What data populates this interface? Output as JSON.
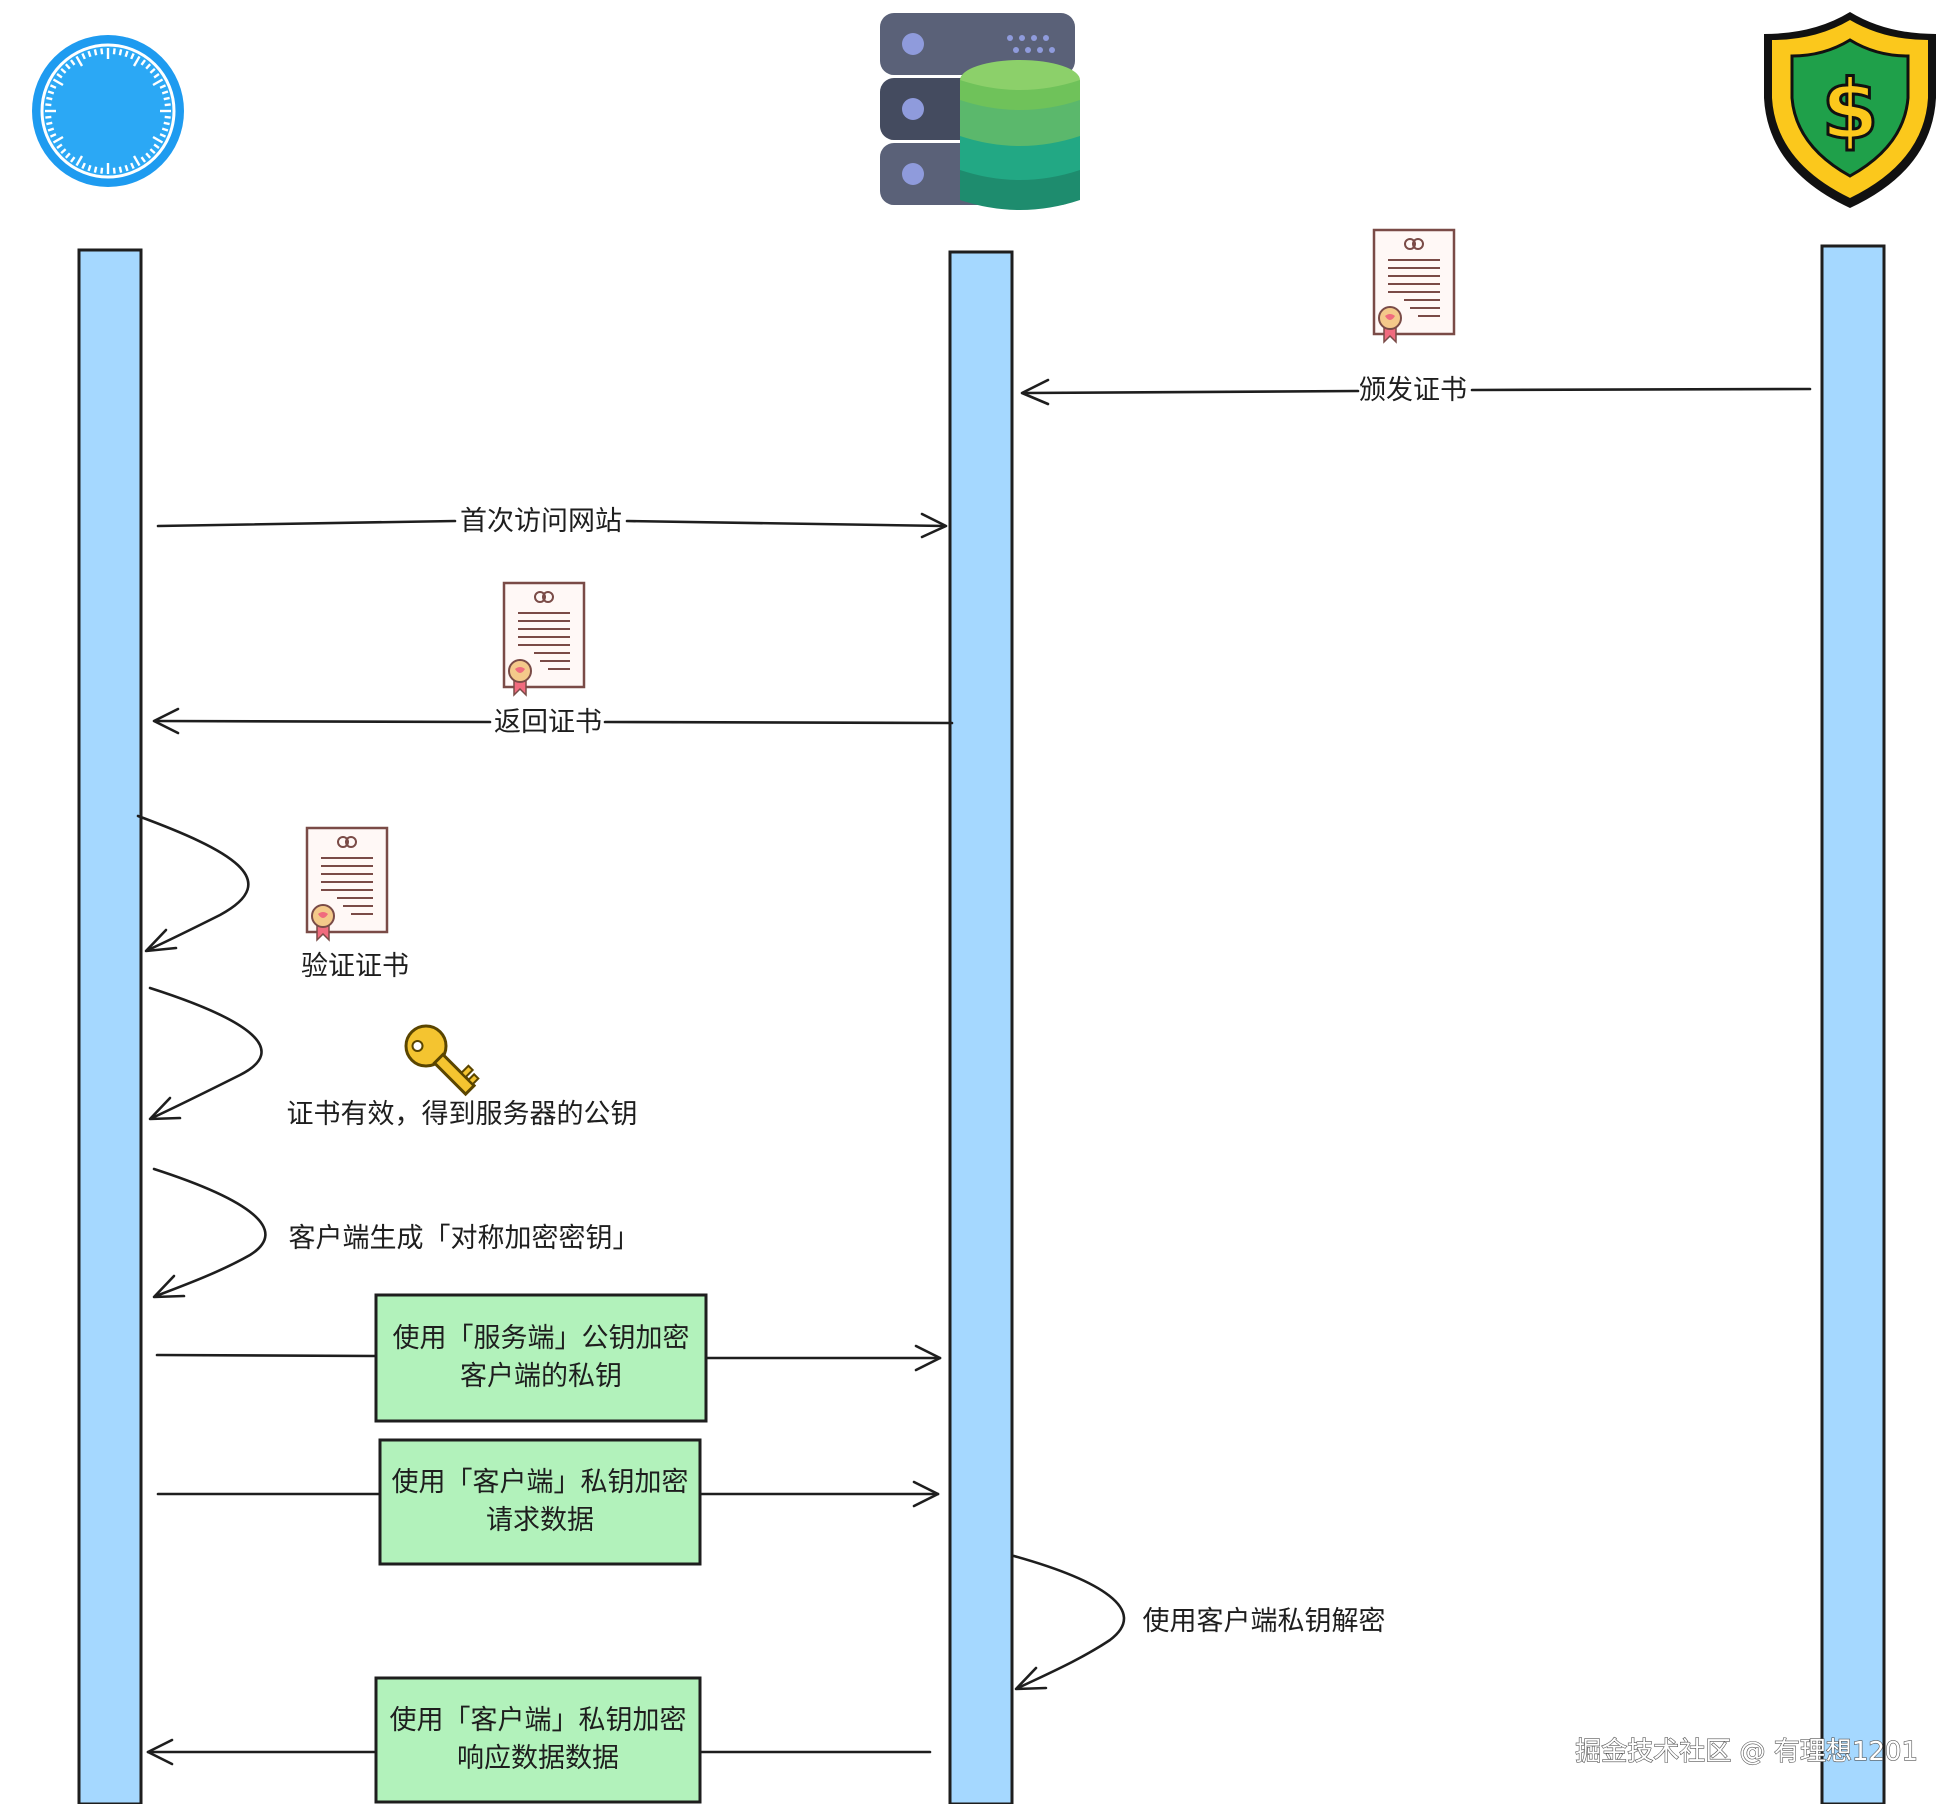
{
  "participants": {
    "client_icon": "safari-compass-icon",
    "server_icon": "server-database-icon",
    "ca_icon": "shield-dollar-icon"
  },
  "colors": {
    "lane_fill": "#a5d8ff",
    "message_box_fill": "#b2f2bb",
    "stroke": "#1e1e1e"
  },
  "messages": {
    "issue_cert": "颁发证书",
    "first_visit": "首次访问网站",
    "return_cert": "返回证书",
    "verify_cert": "验证证书",
    "cert_valid": "证书有效，得到服务器的公钥",
    "gen_sym_key": "客户端生成「对称加密密钥」",
    "encrypt_key_l1": "使用「服务端」公钥加密",
    "encrypt_key_l2": "客户端的私钥",
    "encrypt_req_l1": "使用「客户端」私钥加密",
    "encrypt_req_l2": "请求数据",
    "server_decrypt": "使用客户端私钥解密",
    "encrypt_resp_l1": "使用「客户端」私钥加密",
    "encrypt_resp_l2": "响应数据数据"
  },
  "watermark": "掘金技术社区 @ 有理想1201"
}
